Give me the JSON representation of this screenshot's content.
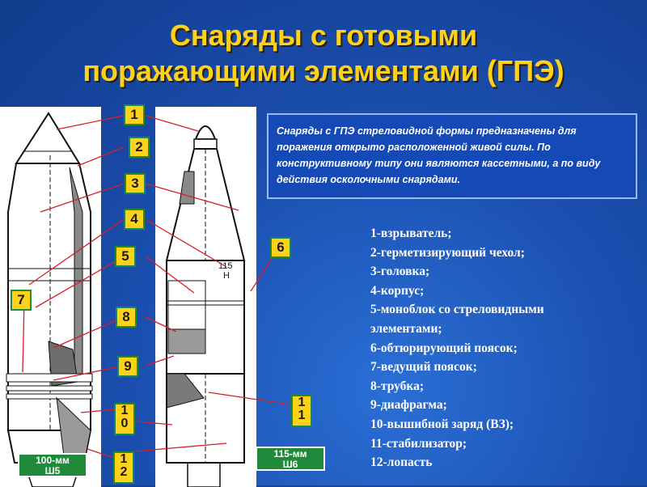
{
  "title": {
    "line1": "Снаряды с готовыми",
    "line2": "поражающими элементами (ГПЭ)"
  },
  "description": "Снаряды с ГПЭ стреловидной формы предназначены для поражения открыто расположенной живой силы. По конструктивному типу они являются кассетными, а по виду действия осколочными снарядами.",
  "labels": [
    "1",
    "2",
    "3",
    "4",
    "5",
    "6",
    "7",
    "8",
    "9",
    "1\n0",
    "1\n1",
    "1\n2"
  ],
  "drawing_marking": "115\nН",
  "legend": [
    "1-взрыватель;",
    "2-герметизирующий чехол;",
    "3-головка;",
    "4-корпус;",
    "5-моноблок со стреловидными",
    "элементами;",
    "6-обтюрирующий поясок;",
    "7-ведущий поясок;",
    "8-трубка;",
    "9-диафрагма;",
    "10-вышибной заряд (ВЗ);",
    "11-стабилизатор;",
    "12-лопасть"
  ],
  "captions": {
    "left": "100-мм\nШ5",
    "right": "115-мм\nШ6"
  },
  "colors": {
    "background": "#1b4fb0",
    "title": "#ffd21a",
    "label_fill": "#ffd21a",
    "label_border": "#1f8a3a",
    "caption_fill": "#1f8a3a",
    "leader_line": "#d81e2a"
  }
}
